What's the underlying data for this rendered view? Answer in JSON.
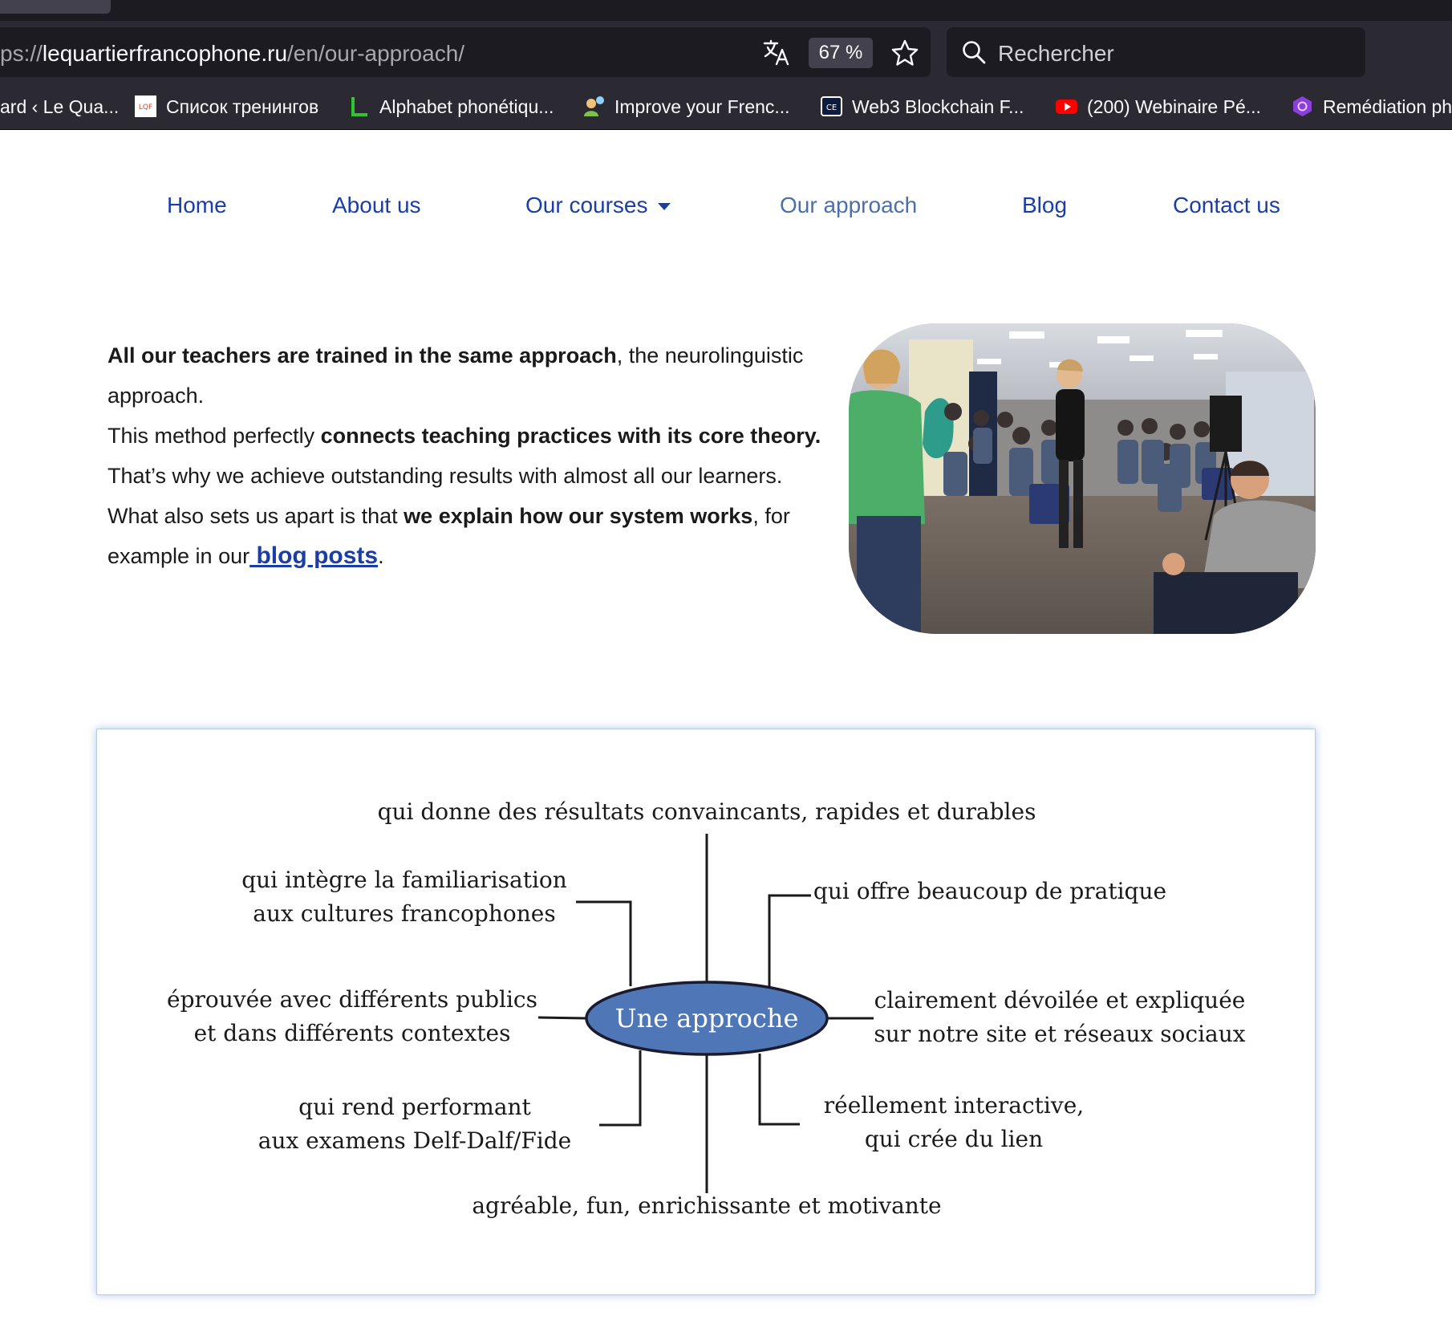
{
  "browser": {
    "url_prefix": "ps://",
    "url_domain": "lequartierfrancophone.ru",
    "url_path": "/en/our-approach/",
    "zoom": "67 %",
    "search_placeholder": "Rechercher",
    "bookmarks": [
      {
        "label": "ard ‹ Le Qua...",
        "icon": "wordpress-icon"
      },
      {
        "label": "Список тренингов",
        "icon": "lqf-logo-icon"
      },
      {
        "label": "Alphabet phonétiqu...",
        "icon": "green-l-icon"
      },
      {
        "label": "Improve your Frenc...",
        "icon": "chat-person-icon"
      },
      {
        "label": "Web3 Blockchain F...",
        "icon": "cc-icon"
      },
      {
        "label": "(200) Webinaire Pé...",
        "icon": "youtube-icon"
      },
      {
        "label": "Remédiation ph",
        "icon": "hexagon-icon"
      }
    ]
  },
  "nav": {
    "home": "Home",
    "about": "About us",
    "courses": "Our courses",
    "approach": "Our approach",
    "blog": "Blog",
    "contact": "Contact us"
  },
  "intro": {
    "p1_bold": "All our teachers are trained in the same approach",
    "p1_rest": ", the neurolinguistic approach.",
    "p2_start": "This method perfectly ",
    "p2_bold": "connects teaching practices with its core theory.",
    "p3": "That’s why we achieve outstanding results with almost all our learners.",
    "p4_start": "What also sets us apart is that ",
    "p4_bold": "we explain how our system works",
    "p4_mid": ", for example in our",
    "p4_link": " blog posts",
    "p4_end": "."
  },
  "diagram": {
    "center": "Une approche",
    "top": "qui donne des résultats convaincants, rapides et durables",
    "upper_left_1": "qui intègre la familiarisation",
    "upper_left_2": "aux cultures francophones",
    "upper_right": "qui offre beaucoup de pratique",
    "left_1": "éprouvée avec différents publics",
    "left_2": "et dans différents contextes",
    "right_1": "clairement dévoilée et expliquée",
    "right_2": "sur notre site et réseaux sociaux",
    "lower_left_1": "qui rend performant",
    "lower_left_2": "aux examens Delf-Dalf/Fide",
    "lower_right_1": "réellement interactive,",
    "lower_right_2": "qui crée du lien",
    "bottom": "agréable, fun, enrichissante et motivante",
    "colors": {
      "ellipse_fill": "#4f77b8",
      "ellipse_stroke": "#1b1b2e",
      "lines": "#1a1a1a"
    }
  }
}
